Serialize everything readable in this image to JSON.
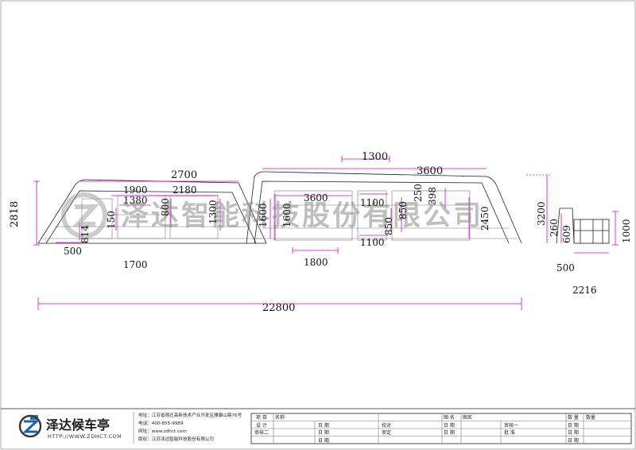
{
  "drawing": {
    "dimensions": {
      "d2818": "2818",
      "d2700": "2700",
      "d1300_top": "1300",
      "d3600_top": "3600",
      "d1900": "1900",
      "d1380": "1380",
      "d2180": "2180",
      "d800": "800",
      "d1300_side": "1300",
      "d150": "150",
      "d814": "814",
      "d500_left": "500",
      "d1700": "1700",
      "d1600_a": "1600",
      "d1600_b": "1600",
      "d3600_mid": "3600",
      "d1100_top": "1100",
      "d1100_bottom": "1100",
      "d850_a": "850",
      "d850_b": "850",
      "d250": "250",
      "d398": "398",
      "d1800": "1800",
      "d2450": "2450",
      "d3200": "3200",
      "d260": "260",
      "d609": "609",
      "d1000": "1000",
      "d500_right": "500",
      "d2216": "2216",
      "d22800": "22800"
    },
    "watermark": "泽达智能科技股份有限公司"
  },
  "title_block": {
    "brand_name": "泽达候车亭",
    "brand_url": "HTTP://WWW.ZDHCT.COM",
    "address": "地址：江苏省宿迁高新技术产业开发区雅康山路76号",
    "phone": "电话：400-855-9989",
    "website": "网址：www.zdhct.com",
    "copyright": "版权：江苏泽达智能科技股份有限公司",
    "cells": {
      "project": "项 目",
      "name": "名称",
      "design": "设 计",
      "date1": "日 期",
      "review2": "审核二",
      "date2": "日 期",
      "figure_name": "图 名",
      "figure_name_val": "图名",
      "check": "校对",
      "date3": "日 期",
      "approve": "审定",
      "date4": "日 期",
      "reviewer1": "审核一",
      "date5": "日 期",
      "ratify": "批 准",
      "quantity": "数 量",
      "quantity_val": "数量",
      "date6": "日 期",
      "date7": "日 期",
      "date8": "日 期"
    }
  }
}
